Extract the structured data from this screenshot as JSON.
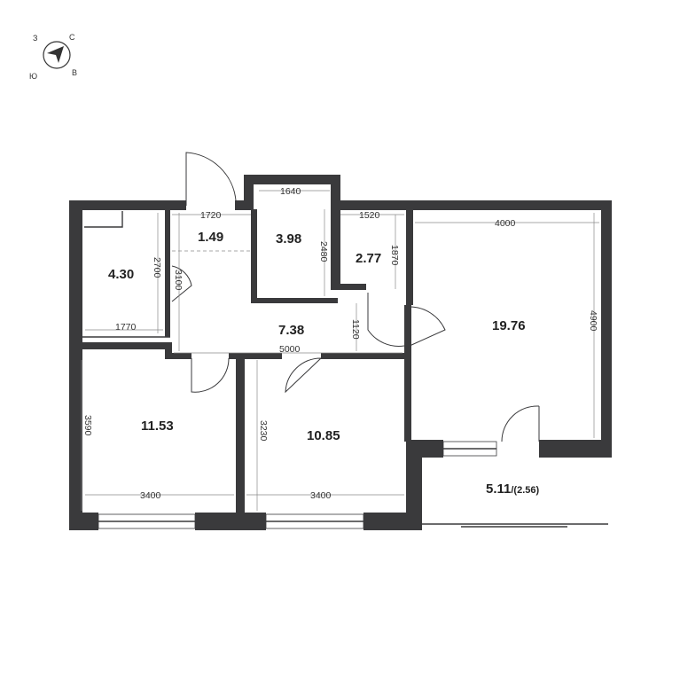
{
  "compass": {
    "north": "С",
    "east": "В",
    "south": "Ю",
    "west": "З",
    "icon": "compass-arrow-icon"
  },
  "rooms": {
    "storage_4_30": {
      "area": "4.30"
    },
    "vestibule_1_49": {
      "area": "1.49"
    },
    "bathroom_3_98": {
      "area": "3.98"
    },
    "toilet_2_77": {
      "area": "2.77"
    },
    "living_19_76": {
      "area": "19.76"
    },
    "hall_7_38": {
      "area": "7.38"
    },
    "bedroom_11_53": {
      "area": "11.53"
    },
    "bedroom_10_85": {
      "area": "10.85"
    },
    "balcony": {
      "area": "5.11",
      "area_reduced": "/(2.56)"
    }
  },
  "dimensions": {
    "d1640": "1640",
    "d1720": "1720",
    "d1520": "1520",
    "d4000": "4000",
    "d2480": "2480",
    "d1870": "1870",
    "d2700": "2700",
    "d3100": "3100",
    "d1770": "1770",
    "d1120": "1120",
    "d5000": "5000",
    "d4900": "4900",
    "d3590": "3590",
    "d3230": "3230",
    "d3400_left": "3400",
    "d3400_right": "3400"
  },
  "colors": {
    "wall": "#3a3a3c",
    "background": "#ffffff"
  }
}
